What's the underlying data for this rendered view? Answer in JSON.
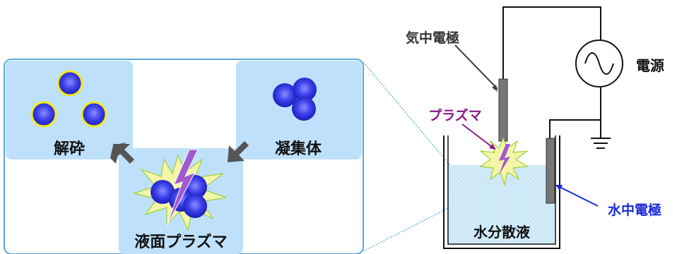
{
  "labels": {
    "crushed": "解砕",
    "aggregate": "凝集体",
    "liquid_plasma": "液面プラズマ",
    "gas_electrode": "気中電極",
    "power_supply": "電源",
    "plasma": "プラズマ",
    "water_electrode": "水中電極",
    "dispersion": "水分散液"
  },
  "colors": {
    "panel_fill": "#bfe0fb",
    "panel_border": "#5aa7d8",
    "particle_blue": "#2a2ee0",
    "particle_ring": "#f2ea1a",
    "arrow_gray": "#555555",
    "plasma_magenta": "#8b1a8a",
    "water_electrode_blue": "#1a2ad8",
    "water_fill": "#cfe9f7",
    "spark_yellow": "#f4f5a8",
    "bolt_purple": "#a05ad0"
  },
  "icons": [
    "ac-source-icon",
    "ground-icon",
    "lightning-bolt-icon",
    "spark-burst-icon"
  ]
}
